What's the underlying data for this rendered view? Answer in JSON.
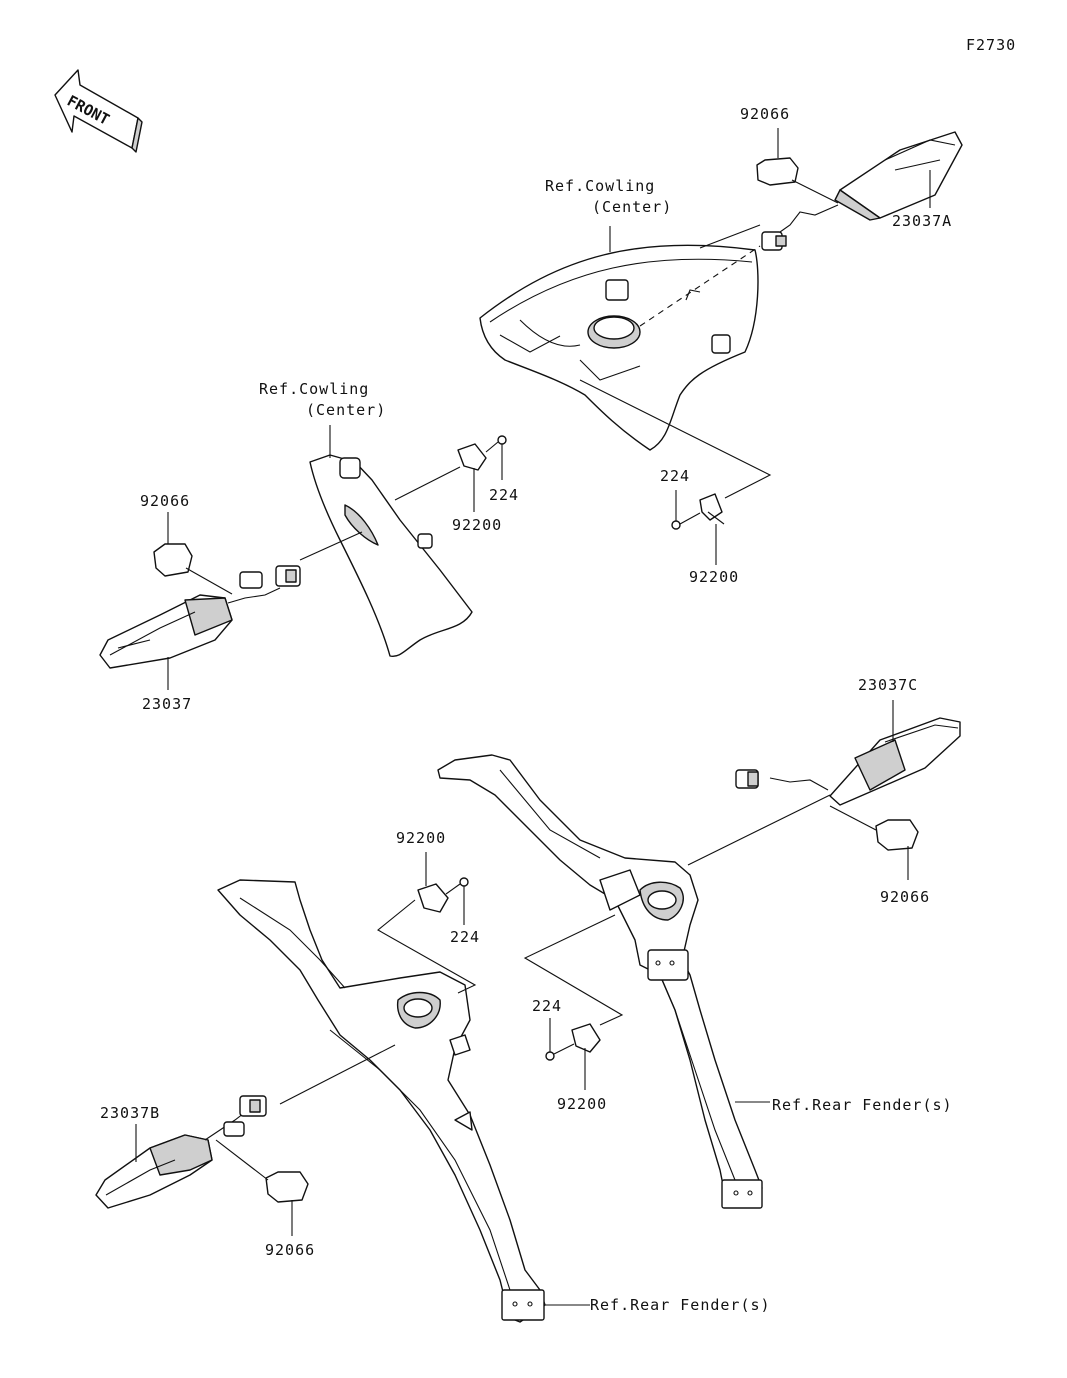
{
  "figure_code": "F2730",
  "front_badge": "FRONT",
  "colors": {
    "line": "#111111",
    "shade": "#cfcfcf",
    "background": "#ffffff"
  },
  "labels": {
    "grommet_a": "92066",
    "signal_a": "23037A",
    "cowling_upper_1": "Ref.Cowling",
    "cowling_upper_2": "(Center)",
    "cowling_left_1": "Ref.Cowling",
    "cowling_left_2": "(Center)",
    "grommet_left": "92066",
    "screw_left": "224",
    "bracket_left": "92200",
    "signal_left": "23037",
    "screw_upper": "224",
    "bracket_upper": "92200",
    "signal_c": "23037C",
    "bracket_mid": "92200",
    "screw_mid": "224",
    "grommet_c": "92066",
    "screw_lower": "224",
    "signal_b": "23037B",
    "bracket_lower": "92200",
    "fender_right": "Ref.Rear Fender(s)",
    "grommet_b": "92066",
    "fender_left": "Ref.Rear Fender(s)"
  }
}
